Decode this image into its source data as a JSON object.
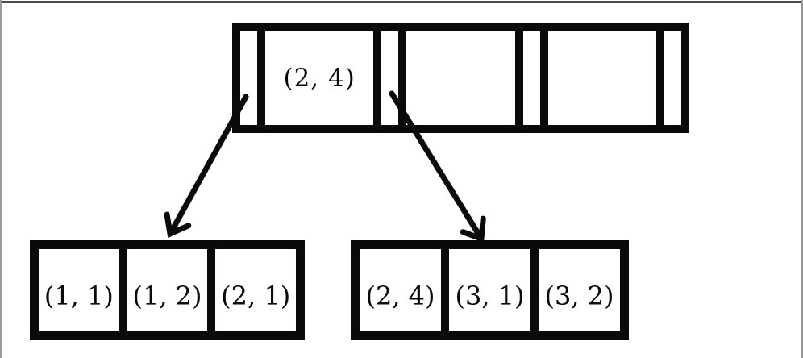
{
  "colors": {
    "ink": "#0a0a0a",
    "cell_background": "#ffffff",
    "page_background": "#ffffff",
    "frame_edge": "#4b4b4b",
    "frame_side": "#9a9a9a"
  },
  "tree": {
    "root": {
      "keys": [
        "(2, 4)",
        "",
        ""
      ]
    },
    "leaves": [
      {
        "cells": [
          "(1, 1)",
          "(1, 2)",
          "(2, 1)"
        ]
      },
      {
        "cells": [
          "(2, 4)",
          "(3, 1)",
          "(3, 2)"
        ]
      }
    ]
  }
}
